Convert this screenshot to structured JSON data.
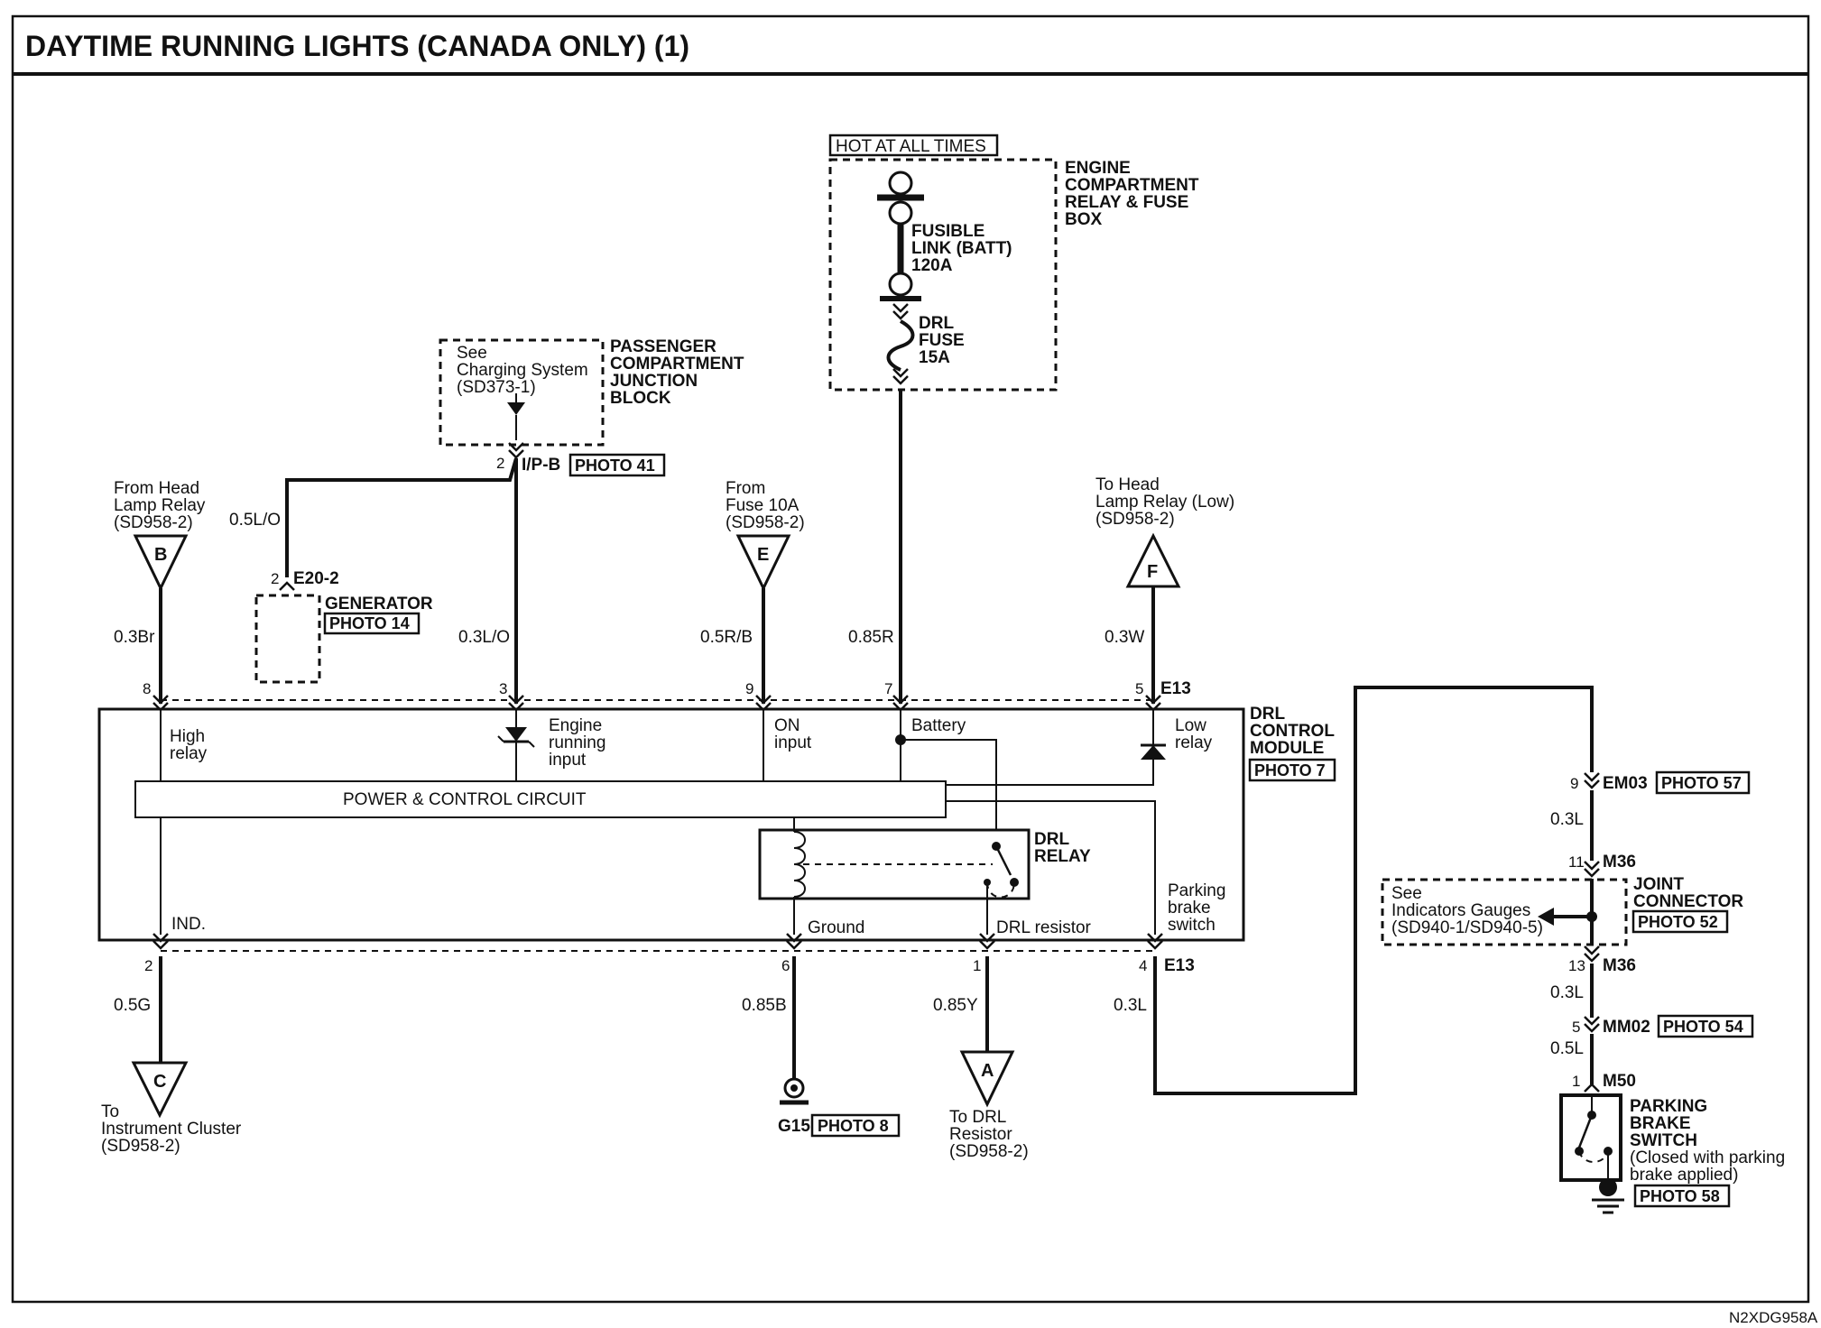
{
  "title": "DAYTIME RUNNING LIGHTS (CANADA ONLY) (1)",
  "doc_code": "N2XDG958A",
  "power": {
    "hot": "HOT AT ALL TIMES",
    "box_name": [
      "ENGINE",
      "COMPARTMENT",
      "RELAY & FUSE",
      "BOX"
    ],
    "fusible_link": [
      "FUSIBLE",
      "LINK (BATT)",
      "120A"
    ],
    "drl_fuse": [
      "DRL",
      "FUSE",
      "15A"
    ]
  },
  "junction": {
    "note": [
      "See",
      "Charging System",
      "(SD373-1)"
    ],
    "name": [
      "PASSENGER",
      "COMPARTMENT",
      "JUNCTION",
      "BLOCK"
    ],
    "pin": "2",
    "connector": "I/P-B",
    "photo": "PHOTO 41"
  },
  "generator": {
    "pin": "2",
    "connector": "E20-2",
    "name": "GENERATOR",
    "photo": "PHOTO 14",
    "wire": "0.5L/O"
  },
  "inputs": {
    "b": {
      "letter": "B",
      "desc": [
        "From Head",
        "Lamp Relay",
        "(SD958-2)"
      ],
      "wire": "0.3Br",
      "pin": "8"
    },
    "ipb": {
      "wire": "0.3L/O",
      "pin": "3"
    },
    "e": {
      "letter": "E",
      "desc": [
        "From",
        "Fuse 10A",
        "(SD958-2)"
      ],
      "wire": "0.5R/B",
      "pin": "9"
    },
    "batt": {
      "wire": "0.85R",
      "pin": "7"
    },
    "f": {
      "letter": "F",
      "desc": [
        "To Head",
        "Lamp Relay (Low)",
        "(SD958-2)"
      ],
      "wire": "0.3W",
      "pin": "5",
      "connector": "E13"
    }
  },
  "module": {
    "name": [
      "DRL",
      "CONTROL",
      "MODULE"
    ],
    "photo": "PHOTO 7",
    "circuit": "POWER & CONTROL CIRCUIT",
    "relay": [
      "DRL",
      "RELAY"
    ],
    "labels": {
      "high": [
        "High",
        "relay"
      ],
      "engine": [
        "Engine",
        "running",
        "input"
      ],
      "on": [
        "ON",
        "input"
      ],
      "battery": "Battery",
      "low": [
        "Low",
        "relay"
      ],
      "ind": "IND.",
      "ground": "Ground",
      "drl_res": "DRL resistor",
      "park": [
        "Parking",
        "brake",
        "switch"
      ]
    }
  },
  "outputs": {
    "c": {
      "letter": "C",
      "pin": "2",
      "wire": "0.5G",
      "desc": [
        "To",
        "Instrument Cluster",
        "(SD958-2)"
      ]
    },
    "g": {
      "pin": "6",
      "wire": "0.85B",
      "ground": "G15",
      "photo": "PHOTO 8"
    },
    "a": {
      "letter": "A",
      "pin": "1",
      "wire": "0.85Y",
      "desc": [
        "To DRL",
        "Resistor",
        "(SD958-2)"
      ]
    },
    "e13": {
      "pin": "4",
      "connector": "E13",
      "wire": "0.3L"
    }
  },
  "right_chain": {
    "em03": {
      "pin": "9",
      "connector": "EM03",
      "photo": "PHOTO 57",
      "wire": "0.3L"
    },
    "m36a": {
      "pin": "11",
      "connector": "M36"
    },
    "joint": {
      "name": [
        "JOINT",
        "CONNECTOR"
      ],
      "photo": "PHOTO 52",
      "note": [
        "See",
        "Indicators Gauges",
        "(SD940-1/SD940-5)"
      ]
    },
    "m36b": {
      "pin": "13",
      "connector": "M36",
      "wire": "0.3L"
    },
    "mm02": {
      "pin": "5",
      "connector": "MM02",
      "photo": "PHOTO 54",
      "wire": "0.5L"
    },
    "m50": {
      "pin": "1",
      "connector": "M50"
    },
    "switch": {
      "name": [
        "PARKING",
        "BRAKE",
        "SWITCH"
      ],
      "note": [
        "(Closed with parking",
        "brake applied)"
      ],
      "photo": "PHOTO 58"
    }
  }
}
